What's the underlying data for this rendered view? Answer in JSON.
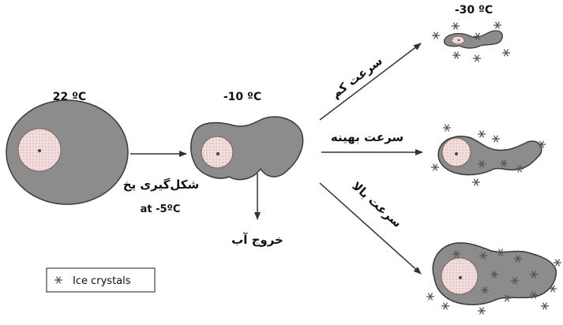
{
  "temperatures": {
    "t_initial": "22 ºC",
    "t_mid": "-10 ºC",
    "t_slow": "-30 ºC"
  },
  "labels": {
    "ice_formation": "شکل‌گیری یخ",
    "ice_formation_temp": "at -5ºC",
    "water_exit": "خروج آب",
    "rate_low": "سرعت کم",
    "rate_optimal": "سرعت بهینه",
    "rate_high": "سرعت بالا"
  },
  "legend": {
    "icon": "snowflake-icon",
    "text": "Ice crystals"
  },
  "colors": {
    "cell_fill": "#8c8c8c",
    "cell_stroke": "#3a3a3a",
    "nucleus_fill": "#f3dcdc",
    "arrow": "#333333"
  }
}
